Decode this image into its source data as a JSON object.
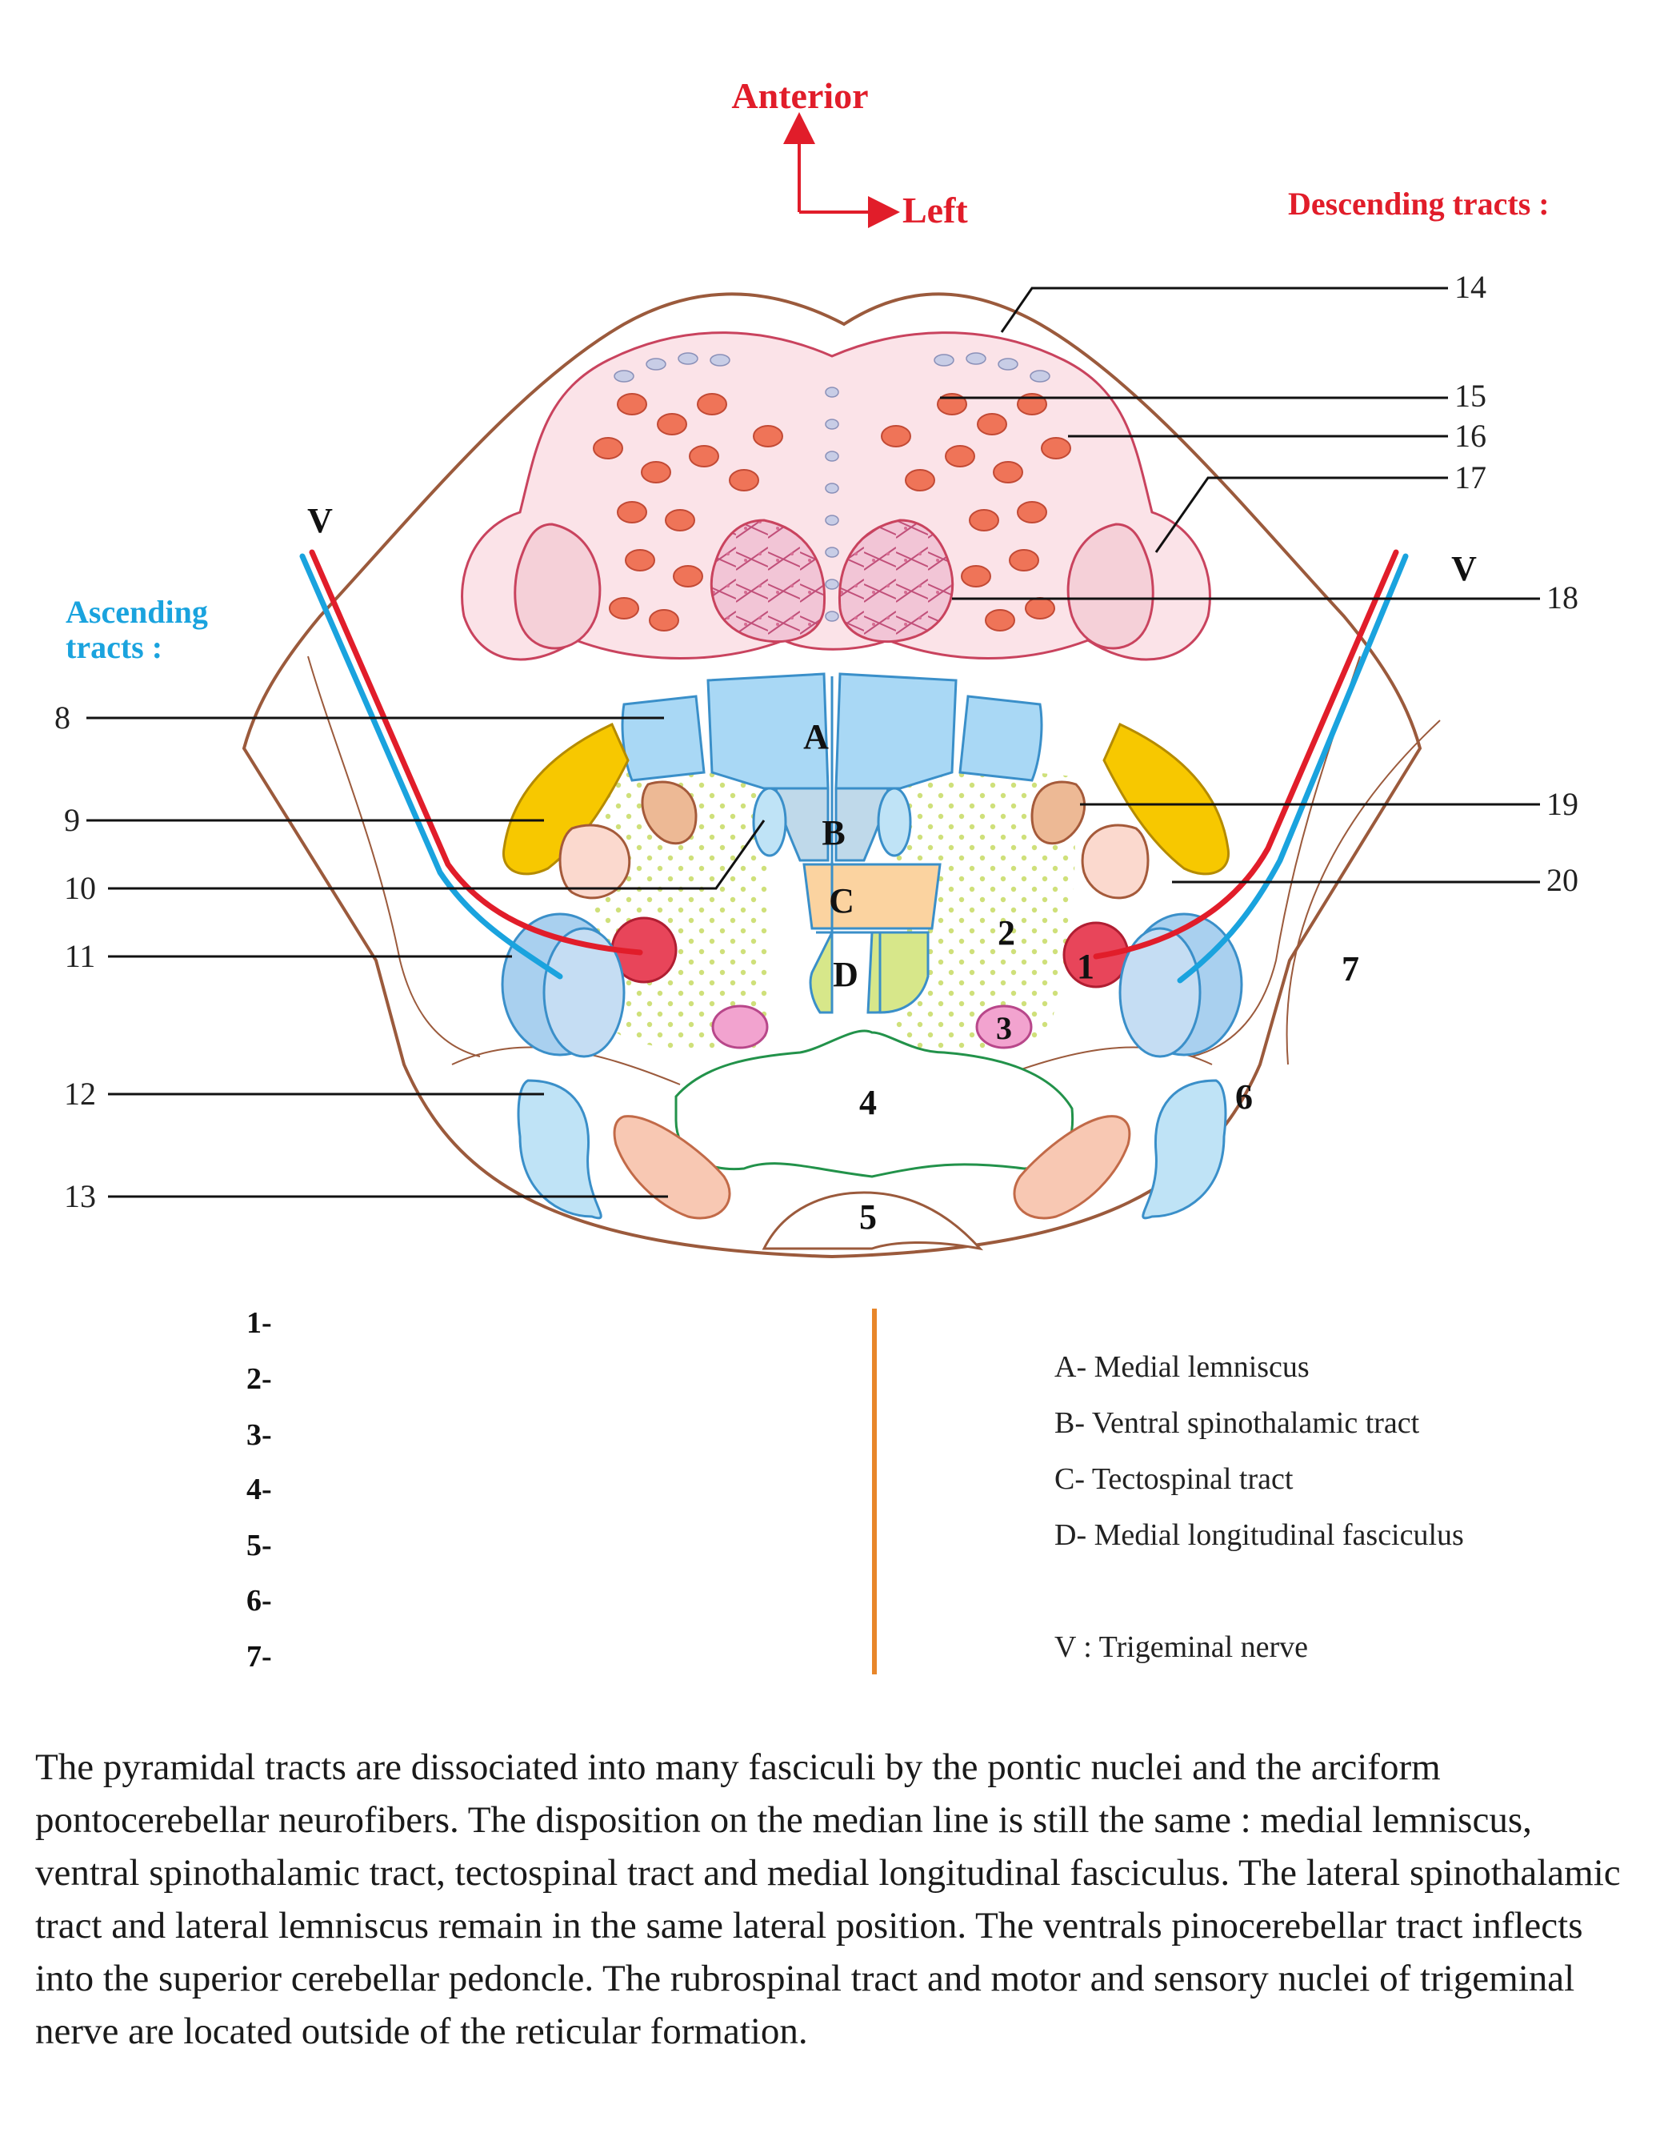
{
  "orientation": {
    "anterior": "Anterior",
    "left": "Left"
  },
  "headings": {
    "descending": "Descending tracts :",
    "ascending_line1": "Ascending",
    "ascending_line2": "tracts :"
  },
  "nerve_label": "V",
  "callouts_left": [
    "8",
    "9",
    "10",
    "11",
    "12",
    "13"
  ],
  "callouts_right": [
    "14",
    "15",
    "16",
    "17",
    "18",
    "19",
    "20"
  ],
  "region_numbers": [
    "1",
    "2",
    "3",
    "4",
    "5",
    "6",
    "7"
  ],
  "region_letters": [
    "A",
    "B",
    "C",
    "D"
  ],
  "blank_list": [
    "1-",
    "2-",
    "3-",
    "4-",
    "5-",
    "6-",
    "7-"
  ],
  "legend": {
    "A": "A- Medial lemniscus",
    "B": "B- Ventral spinothalamic tract",
    "C": "C- Tectospinal tract",
    "D": "D- Medial longitudinal fasciculus",
    "V": "V : Trigeminal nerve"
  },
  "caption": "The pyramidal tracts are dissociated into many fasciculi by the pontic nuclei and the arciform pontocerebellar neurofibers. The disposition on the median line is still the same : medial lemniscus, ventral spinothalamic tract, tectospinal tract and medial longitudinal fasciculus. The lateral spinothalamic tract and lateral lemniscus remain in the same lateral position. The ventrals pinocerebellar tract inflects into the superior cerebellar pedoncle. The rubrospinal tract and motor and sensory nuclei of trigeminal nerve are located outside of the reticular formation.",
  "colors": {
    "outline": "#9b5a3c",
    "red_arrow": "#e11d2a",
    "blue_tract": "#1aa3de",
    "medial_lemniscus": "#a9d8f5",
    "tectospinal": "#fbd3a0",
    "mlf": "#d7e78a",
    "lateral_lemniscus": "#f7c800",
    "nucleus_red": "#e8455a",
    "divider": "#e8862a"
  }
}
